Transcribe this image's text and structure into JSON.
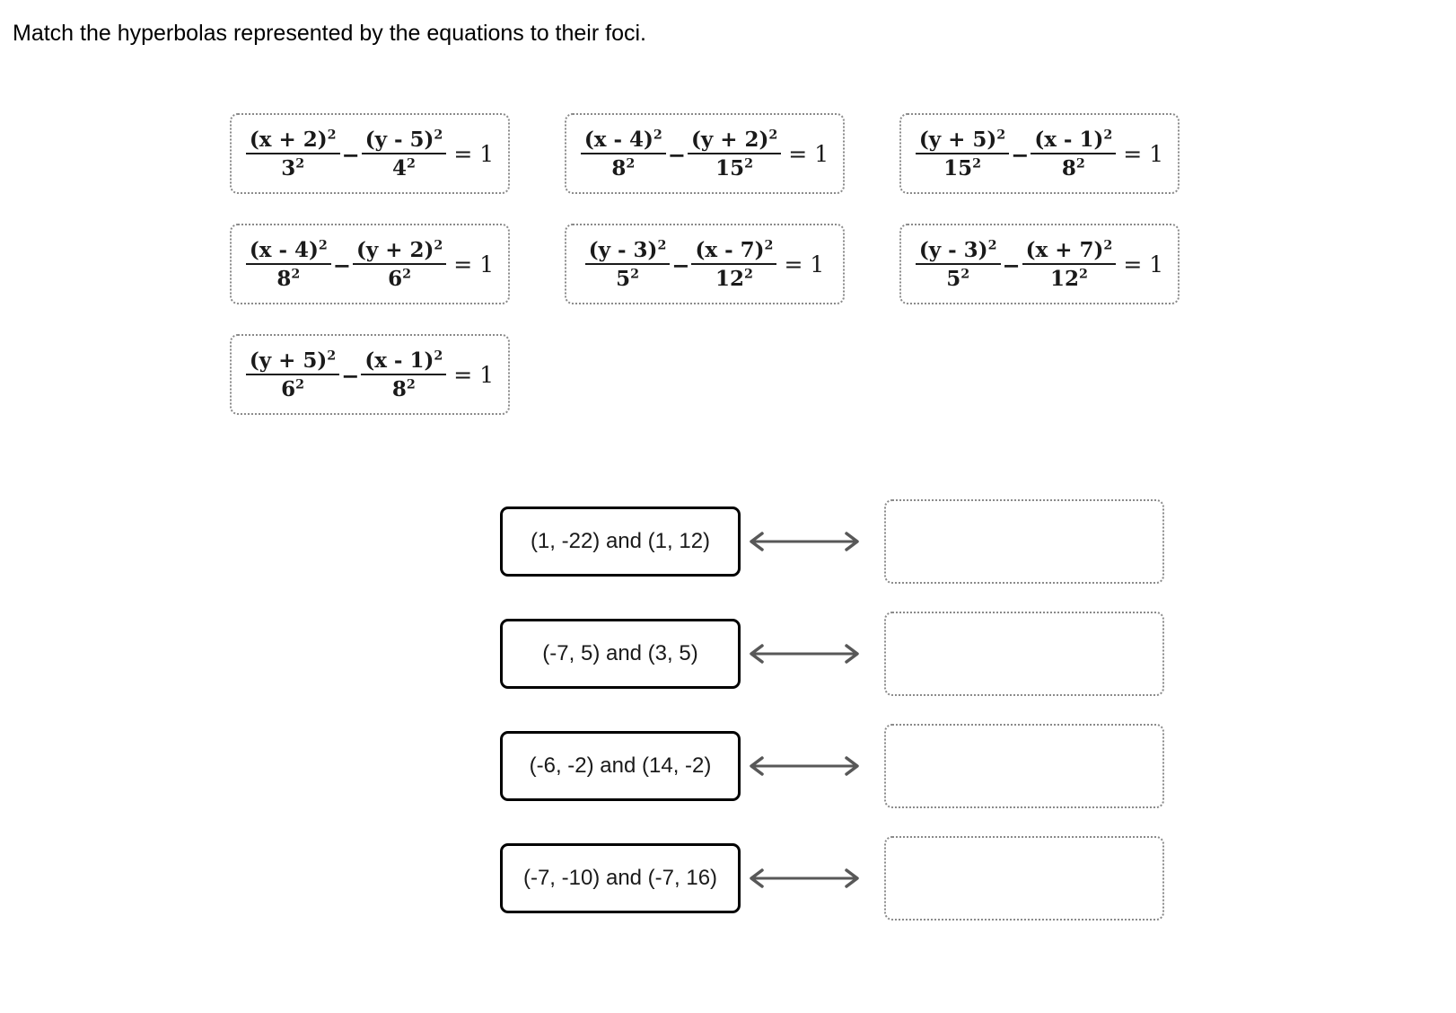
{
  "prompt": "Match the hyperbolas represented by the equations to their foci.",
  "colors": {
    "text": "#000000",
    "card_border_dotted": "#8a8a8a",
    "card_border_solid": "#000000",
    "arrow": "#585858",
    "background": "#ffffff"
  },
  "equations": [
    {
      "id": "eq-1",
      "plain": "(x + 2)^2 / 3^2 - (y - 5)^2 / 4^2 = 1",
      "num1": "(x + 2)",
      "num1_exp": "2",
      "den1": "3",
      "den1_exp": "2",
      "num2": "(y - 5)",
      "num2_exp": "2",
      "den2": "4",
      "den2_exp": "2",
      "rhs": "= 1"
    },
    {
      "id": "eq-2",
      "plain": "(x - 4)^2 / 8^2 - (y + 2)^2 / 15^2 = 1",
      "num1": "(x - 4)",
      "num1_exp": "2",
      "den1": "8",
      "den1_exp": "2",
      "num2": "(y + 2)",
      "num2_exp": "2",
      "den2": "15",
      "den2_exp": "2",
      "rhs": "= 1"
    },
    {
      "id": "eq-3",
      "plain": "(y + 5)^2 / 15^2 - (x - 1)^2 / 8^2 = 1",
      "num1": "(y + 5)",
      "num1_exp": "2",
      "den1": "15",
      "den1_exp": "2",
      "num2": "(x - 1)",
      "num2_exp": "2",
      "den2": "8",
      "den2_exp": "2",
      "rhs": "= 1"
    },
    {
      "id": "eq-4",
      "plain": "(x - 4)^2 / 8^2 - (y + 2)^2 / 6^2 = 1",
      "num1": "(x - 4)",
      "num1_exp": "2",
      "den1": "8",
      "den1_exp": "2",
      "num2": "(y + 2)",
      "num2_exp": "2",
      "den2": "6",
      "den2_exp": "2",
      "rhs": "= 1"
    },
    {
      "id": "eq-5",
      "plain": "(y - 3)^2 / 5^2 - (x - 7)^2 / 12^2 = 1",
      "num1": "(y - 3)",
      "num1_exp": "2",
      "den1": "5",
      "den1_exp": "2",
      "num2": "(x - 7)",
      "num2_exp": "2",
      "den2": "12",
      "den2_exp": "2",
      "rhs": "= 1"
    },
    {
      "id": "eq-6",
      "plain": "(y - 3)^2 / 5^2 - (x + 7)^2 / 12^2 = 1",
      "num1": "(y - 3)",
      "num1_exp": "2",
      "den1": "5",
      "den1_exp": "2",
      "num2": "(x + 7)",
      "num2_exp": "2",
      "den2": "12",
      "den2_exp": "2",
      "rhs": "= 1"
    },
    {
      "id": "eq-7",
      "plain": "(y + 5)^2 / 6^2 - (x - 1)^2 / 8^2 = 1",
      "num1": "(y + 5)",
      "num1_exp": "2",
      "den1": "6",
      "den1_exp": "2",
      "num2": "(x - 1)",
      "num2_exp": "2",
      "den2": "8",
      "den2_exp": "2",
      "rhs": "= 1"
    }
  ],
  "match_rows": [
    {
      "id": "row-1",
      "foci": "(1, -22) and (1, 12)",
      "arrow_icon": "double-arrow-icon",
      "answer": ""
    },
    {
      "id": "row-2",
      "foci": "(-7, 5) and (3, 5)",
      "arrow_icon": "double-arrow-icon",
      "answer": ""
    },
    {
      "id": "row-3",
      "foci": "(-6, -2) and (14, -2)",
      "arrow_icon": "double-arrow-icon",
      "answer": ""
    },
    {
      "id": "row-4",
      "foci": "(-7, -10) and (-7, 16)",
      "arrow_icon": "double-arrow-icon",
      "answer": ""
    }
  ]
}
